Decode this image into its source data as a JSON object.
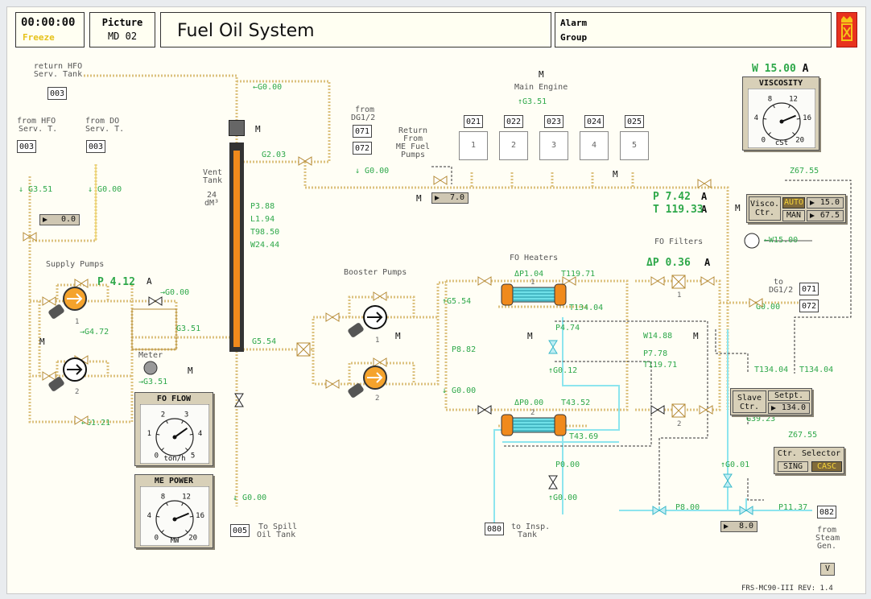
{
  "header": {
    "time": "00:00:00",
    "freeze": "Freeze",
    "picture_label": "Picture",
    "picture_id": "MD 02",
    "title": "Fuel Oil System",
    "alarm_label": "Alarm",
    "group_label": "Group"
  },
  "labels": {
    "return_hfo": "return HFO",
    "serv_tank": "Serv. Tank",
    "from_hfo": "from HFO",
    "serv_t": "Serv. T.",
    "from_do": "from DO",
    "serv_t2": "Serv. T.",
    "supply_pumps": "Supply Pumps",
    "meter": "Meter",
    "vent_tank": "Vent",
    "tank": "Tank",
    "vol": "24",
    "vol_unit": "dM³",
    "from_dg": "from",
    "dg12": "DG1/2",
    "return_from": "Return",
    "from": "From",
    "me_fuel": "ME Fuel",
    "pumps": "Pumps",
    "main_engine": "Main Engine",
    "booster_pumps": "Booster Pumps",
    "fo_heaters": "FO Heaters",
    "fo_filters": "FO Filters",
    "to": "to",
    "to_dg": "DG1/2",
    "to_spill": "To Spill",
    "oil_tank": "Oil Tank",
    "to_insp": "to Insp.",
    "insp_tank": "Tank",
    "from_steam": "from",
    "steam": "Steam",
    "gen": "Gen.",
    "revision": "FRS-MC90-III  REV: 1.4",
    "v_button": "V"
  },
  "motor_flags": {
    "m1": "M",
    "m2": "M",
    "m3": "M",
    "m4": "M",
    "m5": "M",
    "m6": "M",
    "m7": "M",
    "m8": "M",
    "m9": "M",
    "m10": "M",
    "m11": "M",
    "a1": "A",
    "a2": "A",
    "a3": "A",
    "a4": "A"
  },
  "tags": {
    "t003a": "003",
    "t003b": "003",
    "t003c": "003",
    "t071a": "071",
    "t072a": "072",
    "t021": "021",
    "t022": "022",
    "t023": "023",
    "t024": "024",
    "t025": "025",
    "t071b": "071",
    "t072b": "072",
    "t005": "005",
    "t080": "080",
    "t082": "082"
  },
  "cylinders": [
    "1",
    "2",
    "3",
    "4",
    "5"
  ],
  "readings": {
    "g_return": "G0.00",
    "g_main_engine": "G3.51",
    "g_dg": "G0.00",
    "g_hfo": "G3.51",
    "g_do": "G0.00",
    "g_vent_in": "G2.03",
    "tank_p": "P3.88",
    "tank_l": "L1.94",
    "tank_t": "T98.50",
    "tank_w": "W24.44",
    "supply_p": "P 4.12",
    "g_bypass": "G0.00",
    "g_pump1": "G4.72",
    "g_meter_out": "G3.51",
    "g_to_tank": "G3.51",
    "g_recirc": "G1.21",
    "g_booster_in": "G5.54",
    "g_booster_out": "G5.54",
    "p_heaters": "P8.82",
    "g_heater_bot": "G0.00",
    "h1_dp": "ΔP1.04",
    "h1_t": "T119.71",
    "h1_t_out": "T134.04",
    "h_mid_p": "P4.74",
    "h_mid_g": "G0.12",
    "h2_dp": "ΔP0.00",
    "h2_t": "T43.52",
    "h2_t_out": "T43.69",
    "g_insp_p": "P0.00",
    "g_insp_g": "G0.00",
    "g_spill": "G0.00",
    "me_p": "P 7.42",
    "me_t": "T 119.33",
    "filter_dp": "ΔP 0.36",
    "filter_w": "W14.88",
    "filter_p": "P7.78",
    "filter_t": "T119.71",
    "g_to_dg": "G0.00",
    "w_visc_line": "W15.00",
    "z_top": "Z67.55",
    "t_slave": "T134.04",
    "t_setpt": "T134.04",
    "g_slave": "G39.23",
    "z_bottom": "Z67.55",
    "g_steam": "G0.01",
    "p_steam": "P8.00",
    "p_steam_in": "P11.37"
  },
  "displays": {
    "supply_valve": "0.0",
    "return_valve": "7.0",
    "steam_valve": "8.0",
    "visco_auto_val": "15.0",
    "visco_man_val": "67.5",
    "setpt_val": "134.0"
  },
  "viscosity": {
    "heading": "W 15.00",
    "heading_flag": "A",
    "title": "VISCOSITY",
    "unit": "cSt",
    "ticks": [
      "0",
      "4",
      "8",
      "12",
      "16",
      "20"
    ],
    "value": 15.0,
    "max": 20
  },
  "fo_flow": {
    "title": "FO FLOW",
    "unit": "ton/h",
    "ticks": [
      "0",
      "1",
      "2",
      "3",
      "4",
      "5"
    ],
    "value": 3.51,
    "max": 5
  },
  "me_power": {
    "title": "ME POWER",
    "unit": "MW",
    "ticks": [
      "0",
      "4",
      "8",
      "12",
      "16",
      "20"
    ],
    "value": 15.0,
    "max": 20
  },
  "visco_ctrl": {
    "label1": "Visco.",
    "label2": "Ctr.",
    "auto": "AUTO",
    "man": "MAN"
  },
  "slave_ctrl": {
    "l1": "Slave",
    "l2": "Ctr."
  },
  "setpt_ctrl": {
    "l1": "Setpt."
  },
  "ctr_selector": {
    "title": "Ctr. Selector",
    "sing": "SING",
    "casc": "CASC"
  },
  "colors": {
    "fuel": "#d8b86c",
    "steam": "#7fe3ee",
    "green": "#2ea84a",
    "orange": "#ec8a1a"
  }
}
